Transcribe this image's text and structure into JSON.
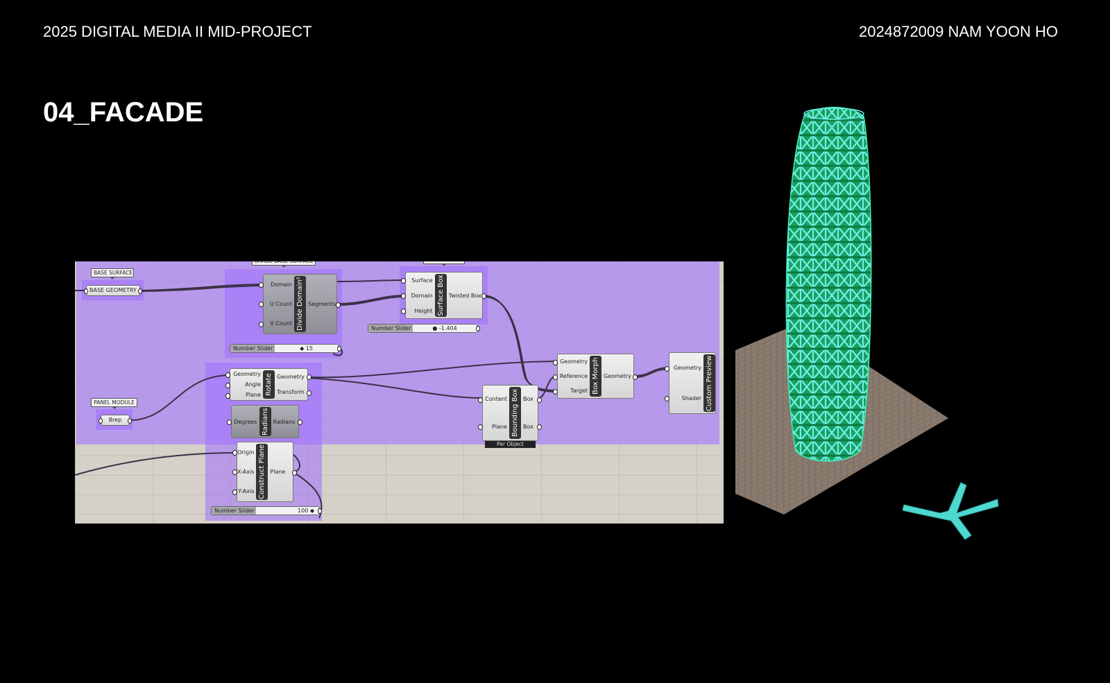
{
  "header": {
    "course": "2025 DIGITAL MEDIA II MID-PROJECT",
    "author": "2024872009 NAM YOON HO"
  },
  "title": "04_FACADE",
  "groups": {
    "base_surface": "BASE SURFACE",
    "divide": "DIVIDE BASE SURFACE",
    "surface_box": "SURFACE BOX",
    "panel_module": "PANEL MODULE"
  },
  "params": {
    "base_geometry": "BASE GEOMETRY",
    "brep": "Brep"
  },
  "nodes": {
    "divide_domain": {
      "name": "Divide Domain²",
      "inputs": [
        "Domain",
        "U Count",
        "V Count"
      ],
      "outputs": [
        "Segments"
      ]
    },
    "surface_box": {
      "name": "Surface Box",
      "inputs": [
        "Surface",
        "Domain",
        "Height"
      ],
      "outputs": [
        "Twisted Box"
      ]
    },
    "rotate": {
      "name": "Rotate",
      "inputs": [
        "Geometry",
        "Angle",
        "Plane"
      ],
      "outputs": [
        "Geometry",
        "Transform"
      ]
    },
    "radians": {
      "name": "Radians",
      "inputs": [
        "Degrees"
      ],
      "outputs": [
        "Radians"
      ]
    },
    "construct_plane": {
      "name": "Construct Plane",
      "inputs": [
        "Origin",
        "X-Axis",
        "Y-Axis"
      ],
      "outputs": [
        "Plane"
      ]
    },
    "bounding_box": {
      "name": "Bounding Box",
      "inputs": [
        "Content",
        "Plane"
      ],
      "outputs": [
        "Box",
        "Box"
      ],
      "footer": "Per Object"
    },
    "box_morph": {
      "name": "Box Morph",
      "inputs": [
        "Geometry",
        "Reference",
        "Target"
      ],
      "outputs": [
        "Geometry"
      ]
    },
    "custom_preview": {
      "name": "Custom Preview",
      "inputs": [
        "Geometry",
        "Shader"
      ]
    }
  },
  "sliders": [
    {
      "label": "Number Slider",
      "value": "◆ 15"
    },
    {
      "label": "Number Slider",
      "value": "● -1.404"
    },
    {
      "label": "Number Slider",
      "value": "100 ◆"
    }
  ],
  "colors": {
    "tower": "#1fbf7a",
    "tower_edge": "#6ff0e8",
    "panel": "#4fd8d0",
    "ground": "#8a7b6e",
    "group": "#b39de8"
  }
}
